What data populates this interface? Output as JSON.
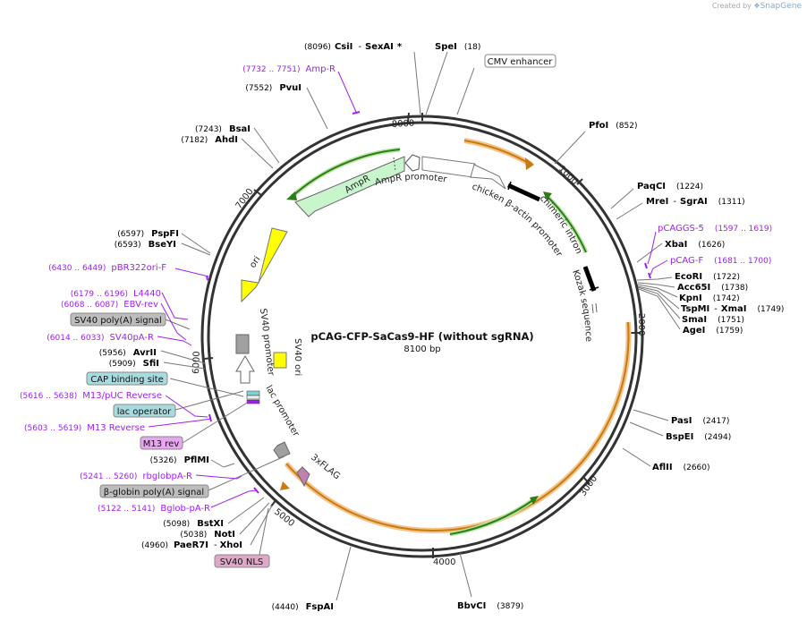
{
  "credit": {
    "prefix": "Created by",
    "brand": "SnapGene"
  },
  "plasmid": {
    "name": "pCAG-CFP-SaCas9-HF (without sgRNA)",
    "length": "8100 bp"
  },
  "colors": {
    "orange": "#f0a030",
    "green_fill": "#c6f5c8",
    "green_line": "#6cc24a",
    "yellow": "#ffff00",
    "primer": "#a020f0",
    "promoter_fill": "#ffffff",
    "terminator": "#a0a0a0",
    "dark": "#333333"
  },
  "ticks": [
    "1000",
    "2000",
    "3000",
    "4000",
    "5000",
    "6000",
    "7000",
    "8000"
  ],
  "site_labels": [
    {
      "pos": "(8096)",
      "name": "CsiI",
      "sep": "-",
      "name2": "SexAI",
      "star": "*"
    },
    {
      "name": "SpeI",
      "pos2": "(18)"
    },
    {
      "name": "PfoI",
      "pos2": "(852)"
    },
    {
      "name": "PaqCI",
      "pos2": "(1224)"
    },
    {
      "name": "MreI",
      "sep": "-",
      "name2": "SgrAI",
      "pos2": "(1311)"
    },
    {
      "name": "XbaI",
      "pos2": "(1626)"
    },
    {
      "name": "EcoRI",
      "pos2": "(1722)"
    },
    {
      "name": "Acc65I",
      "pos2": "(1738)"
    },
    {
      "name": "KpnI",
      "pos2": "(1742)"
    },
    {
      "name": "TspMI",
      "sep": "-",
      "name2": "XmaI",
      "pos2": "(1749)"
    },
    {
      "name": "SmaI",
      "pos2": "(1751)"
    },
    {
      "name": "AgeI",
      "pos2": "(1759)"
    },
    {
      "name": "PasI",
      "pos2": "(2417)"
    },
    {
      "name": "BspEI",
      "pos2": "(2494)"
    },
    {
      "name": "AflII",
      "pos2": "(2660)"
    },
    {
      "name": "BbvCI",
      "pos2": "(3879)"
    },
    {
      "pos": "(4440)",
      "name": "FspAI"
    },
    {
      "pos": "(4960)",
      "name": "PaeR7I",
      "sep": "-",
      "name2": "XhoI"
    },
    {
      "pos": "(5038)",
      "name": "NotI"
    },
    {
      "pos": "(5098)",
      "name": "BstXI"
    },
    {
      "pos": "(5326)",
      "name": "PflMI"
    },
    {
      "pos": "(5909)",
      "name": "SfiI"
    },
    {
      "pos": "(5956)",
      "name": "AvrII"
    },
    {
      "pos": "(6593)",
      "name": "BseYI"
    },
    {
      "pos": "(6597)",
      "name": "PspFI"
    },
    {
      "pos": "(7182)",
      "name": "AhdI"
    },
    {
      "pos": "(7243)",
      "name": "BsaI"
    },
    {
      "pos": "(7552)",
      "name": "PvuI"
    }
  ],
  "primer_labels": [
    {
      "pos": "(7732 .. 7751)",
      "name": "Amp-R"
    },
    {
      "name": "pCAGGS-5",
      "pos2": "(1597 .. 1619)"
    },
    {
      "name": "pCAG-F",
      "pos2": "(1681 .. 1700)"
    },
    {
      "pos": "(6430 .. 6449)",
      "name": "pBR322ori-F"
    },
    {
      "pos": "(6179 .. 6196)",
      "name": "L4440"
    },
    {
      "pos": "(6068 .. 6087)",
      "name": "EBV-rev"
    },
    {
      "pos": "(6014 .. 6033)",
      "name": "SV40pA-R"
    },
    {
      "pos": "(5616 .. 5638)",
      "name": "M13/pUC Reverse"
    },
    {
      "pos": "(5603 .. 5619)",
      "name": "M13 Reverse"
    },
    {
      "pos": "(5241 .. 5260)",
      "name": "rbglobpA-R"
    },
    {
      "pos": "(5122 .. 5141)",
      "name": "Bglob-pA-R"
    }
  ],
  "box_labels": [
    "CMV enhancer",
    "SV40 poly(A) signal",
    "CAP binding site",
    "lac operator",
    "M13 rev",
    "β-globin poly(A) signal",
    "SV40 NLS"
  ],
  "feature_labels": [
    "AmpR",
    "AmpR promoter",
    "chicken β-actin promoter",
    "chimeric intron",
    "Kozak sequence",
    "ori",
    "SV40 promoter",
    "SV40 ori",
    "lac promoter",
    "3xFLAG"
  ]
}
